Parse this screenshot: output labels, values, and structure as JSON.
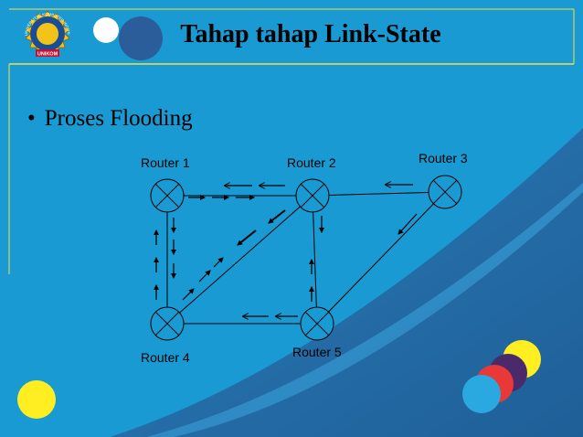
{
  "slide": {
    "title": "Tahap tahap Link-State",
    "bullet_symbol": "•",
    "bullet_text": "Proses Flooding"
  },
  "logo": {
    "top_text": "UNIVERSITAS KOMPUTER INDONESIA",
    "bottom_text": "UNIKOM"
  },
  "routers": {
    "r1": "Router 1",
    "r2": "Router 2",
    "r3": "Router 3",
    "r4": "Router 4",
    "r5": "Router 5"
  },
  "colors": {
    "background": "#1a9ad3",
    "header_line": "#f5e04a",
    "router_fill": "#1a9ad3",
    "yellow_circle": "#ffee22",
    "purple_circle": "#4a2a6a",
    "red_circle": "#e83838",
    "blue_circle": "#2aa8e0"
  }
}
